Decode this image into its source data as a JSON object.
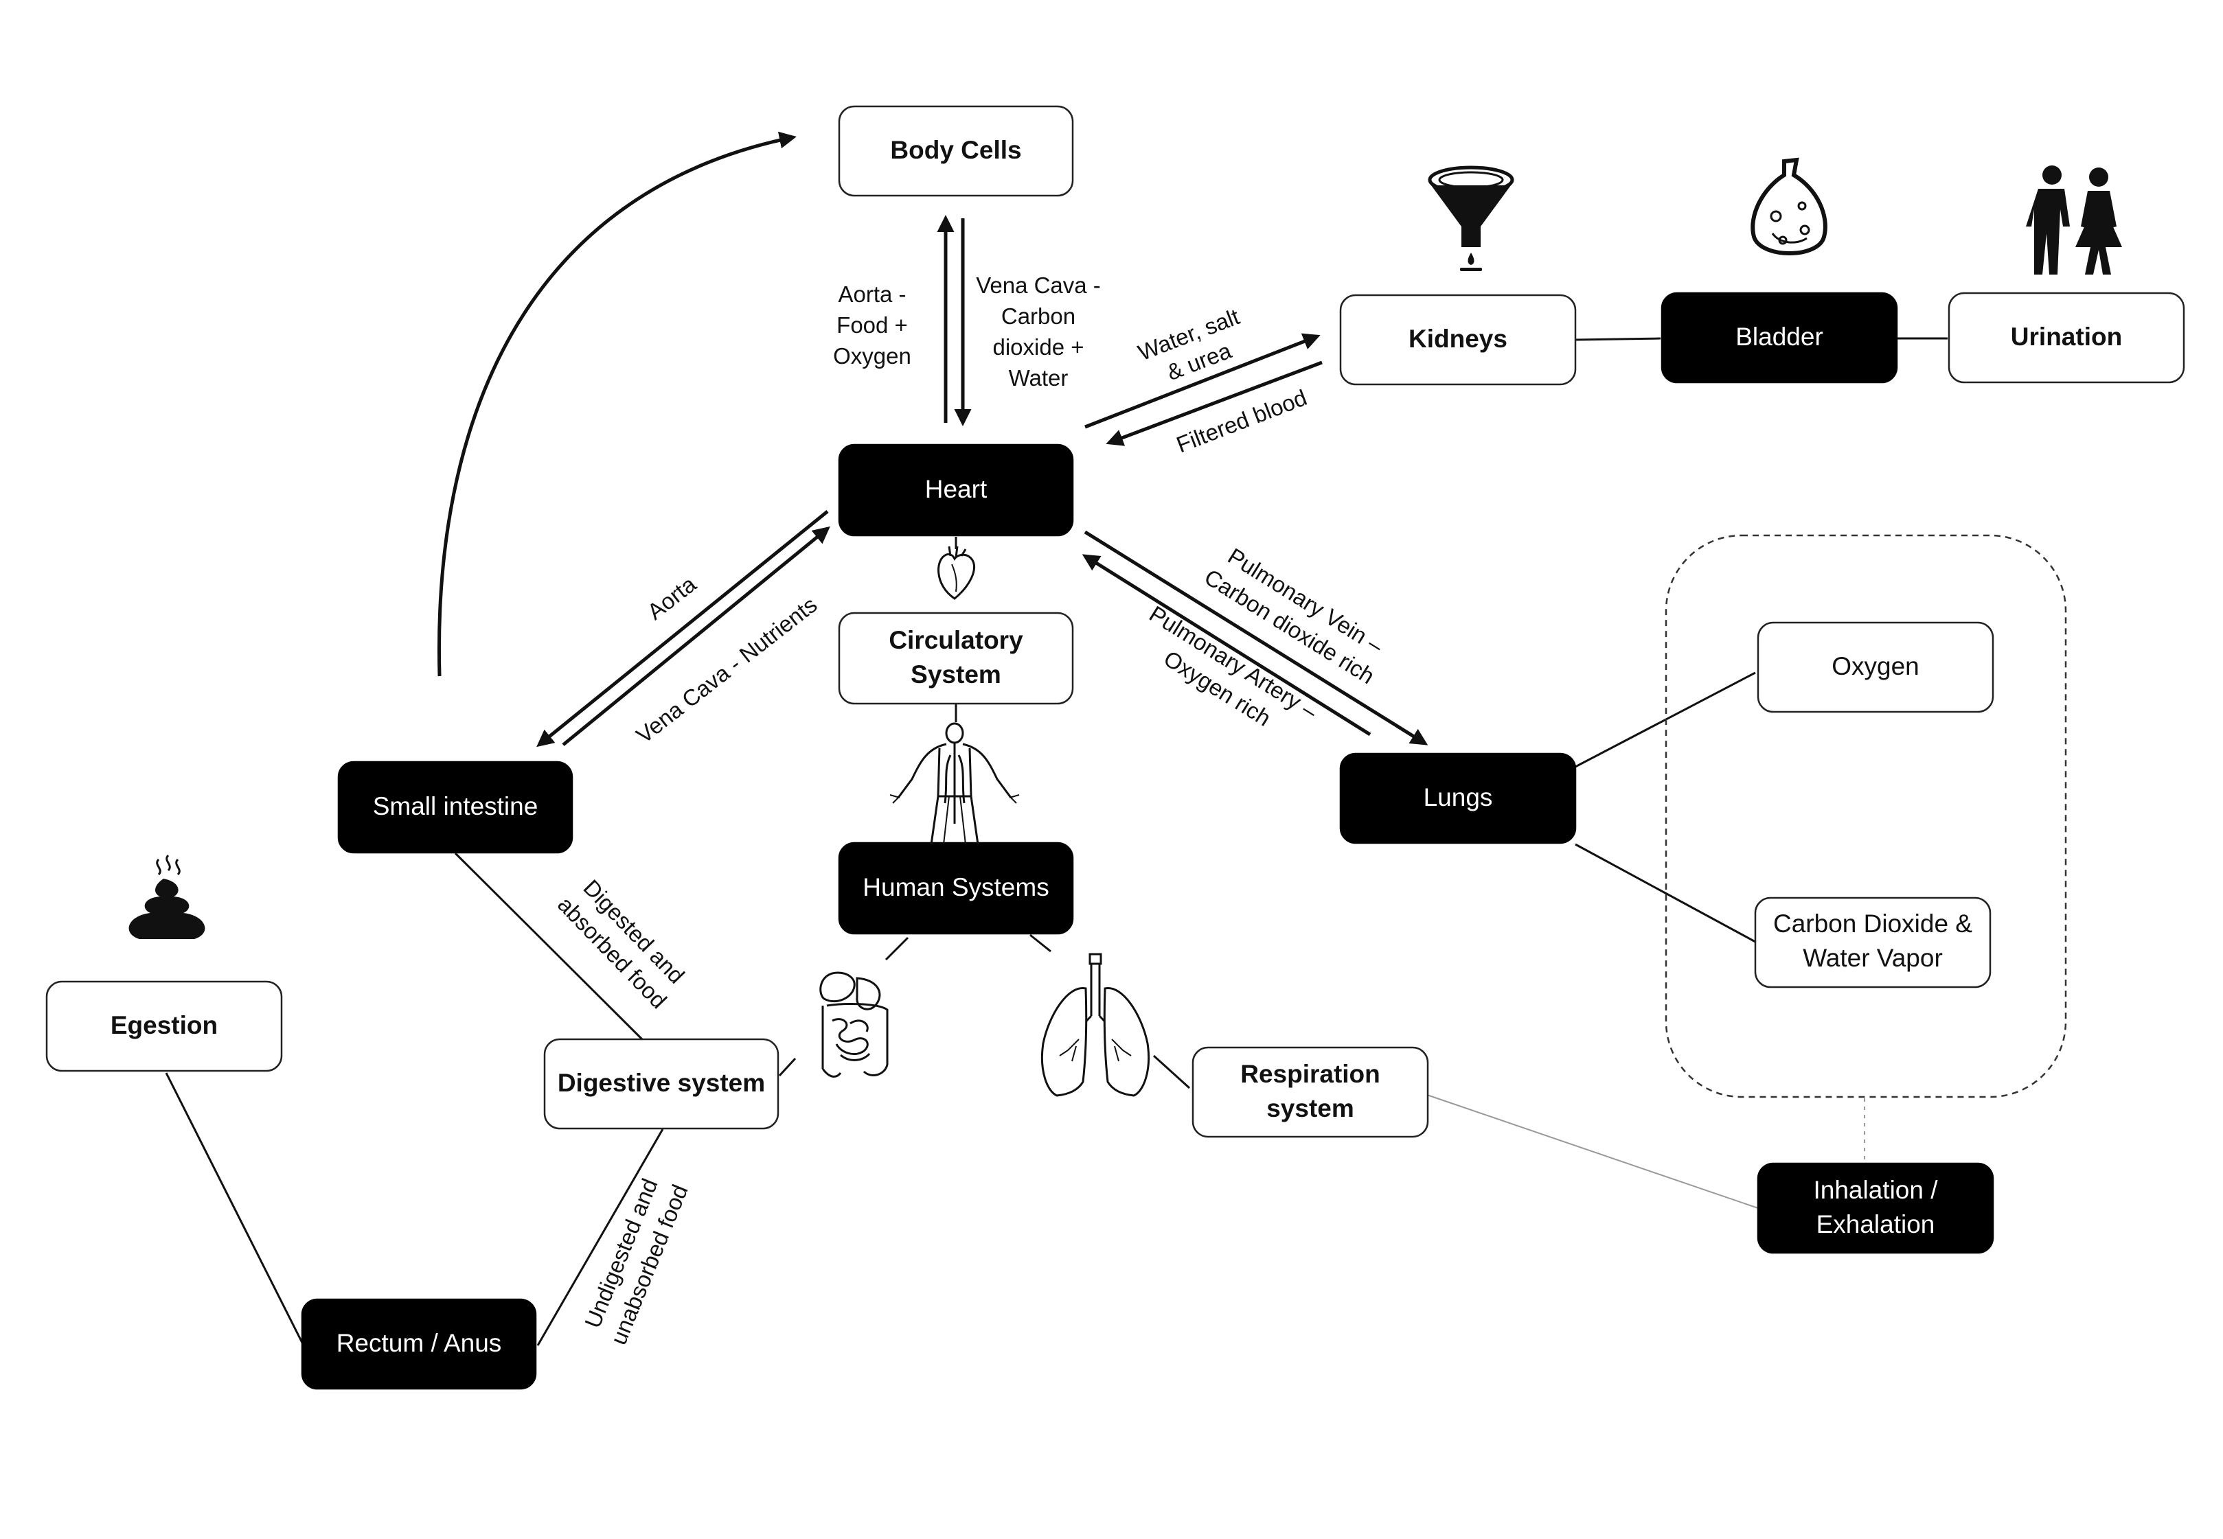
{
  "nodes": {
    "body_cells": "Body Cells",
    "heart": "Heart",
    "circulatory": [
      "Circulatory",
      "System"
    ],
    "human_systems": "Human Systems",
    "small_intestine": "Small intestine",
    "digestive": "Digestive system",
    "rectum": "Rectum / Anus",
    "egestion": "Egestion",
    "kidneys": "Kidneys",
    "bladder": "Bladder",
    "urination": "Urination",
    "lungs": "Lungs",
    "respiration": [
      "Respiration",
      "system"
    ],
    "oxygen": "Oxygen",
    "co2": [
      "Carbon Dioxide &",
      "Water Vapor"
    ],
    "inhalation": [
      "Inhalation /",
      "Exhalation"
    ]
  },
  "edges": {
    "aorta_food_oxygen": [
      "Aorta -",
      "Food +",
      "Oxygen"
    ],
    "vena_cava_co2_water": [
      "Vena Cava -",
      "Carbon",
      "dioxide +",
      "Water"
    ],
    "water_salt_urea": [
      "Water, salt",
      "& urea"
    ],
    "filtered_blood": "Filtered blood",
    "aorta": "Aorta",
    "vena_cava_nutrients": "Vena Cava - Nutrients",
    "pulmonary_vein": [
      "Pulmonary Vein –",
      "Carbon dioxide rich"
    ],
    "pulmonary_artery": [
      "Pulmonary Artery –",
      "Oxygen rich"
    ],
    "digested": [
      "Digested and",
      "absorbed food"
    ],
    "undigested": [
      "Undigested and",
      "unabsorbed food"
    ]
  },
  "icons": [
    "filter-funnel-icon",
    "bladder-icon",
    "people-urgency-icon",
    "poop-icon",
    "heart-icon",
    "circulatory-body-icon",
    "digestive-organs-icon",
    "lungs-icon"
  ]
}
